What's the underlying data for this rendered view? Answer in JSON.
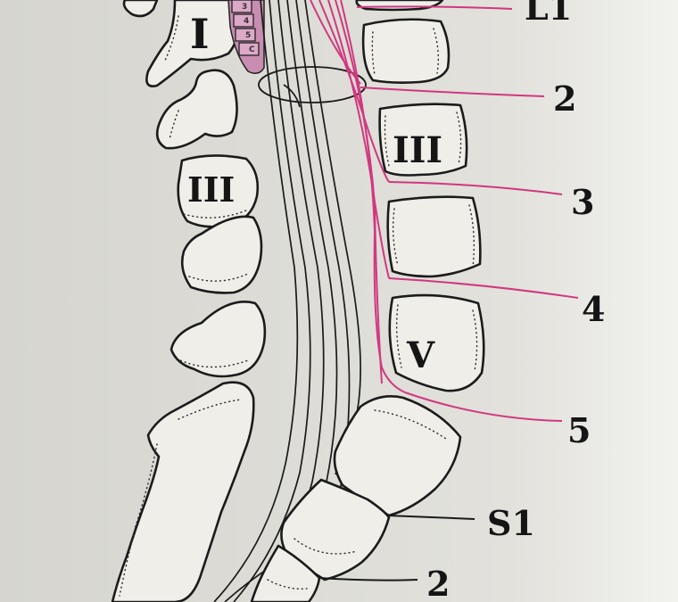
{
  "figure": {
    "background": "#dcdbd6",
    "nerve_highlight_color": "#d0387f",
    "cord_segment_color": "#dca9c6"
  },
  "vertebra_labels": {
    "posterior_upper": "I",
    "posterior_lower": "III",
    "body_third": "III",
    "body_fifth": "V"
  },
  "cord_segments": [
    "3",
    "4",
    "5",
    "C"
  ],
  "root_labels": [
    "L1",
    "2",
    "3",
    "4",
    "5",
    "S1",
    "2"
  ]
}
